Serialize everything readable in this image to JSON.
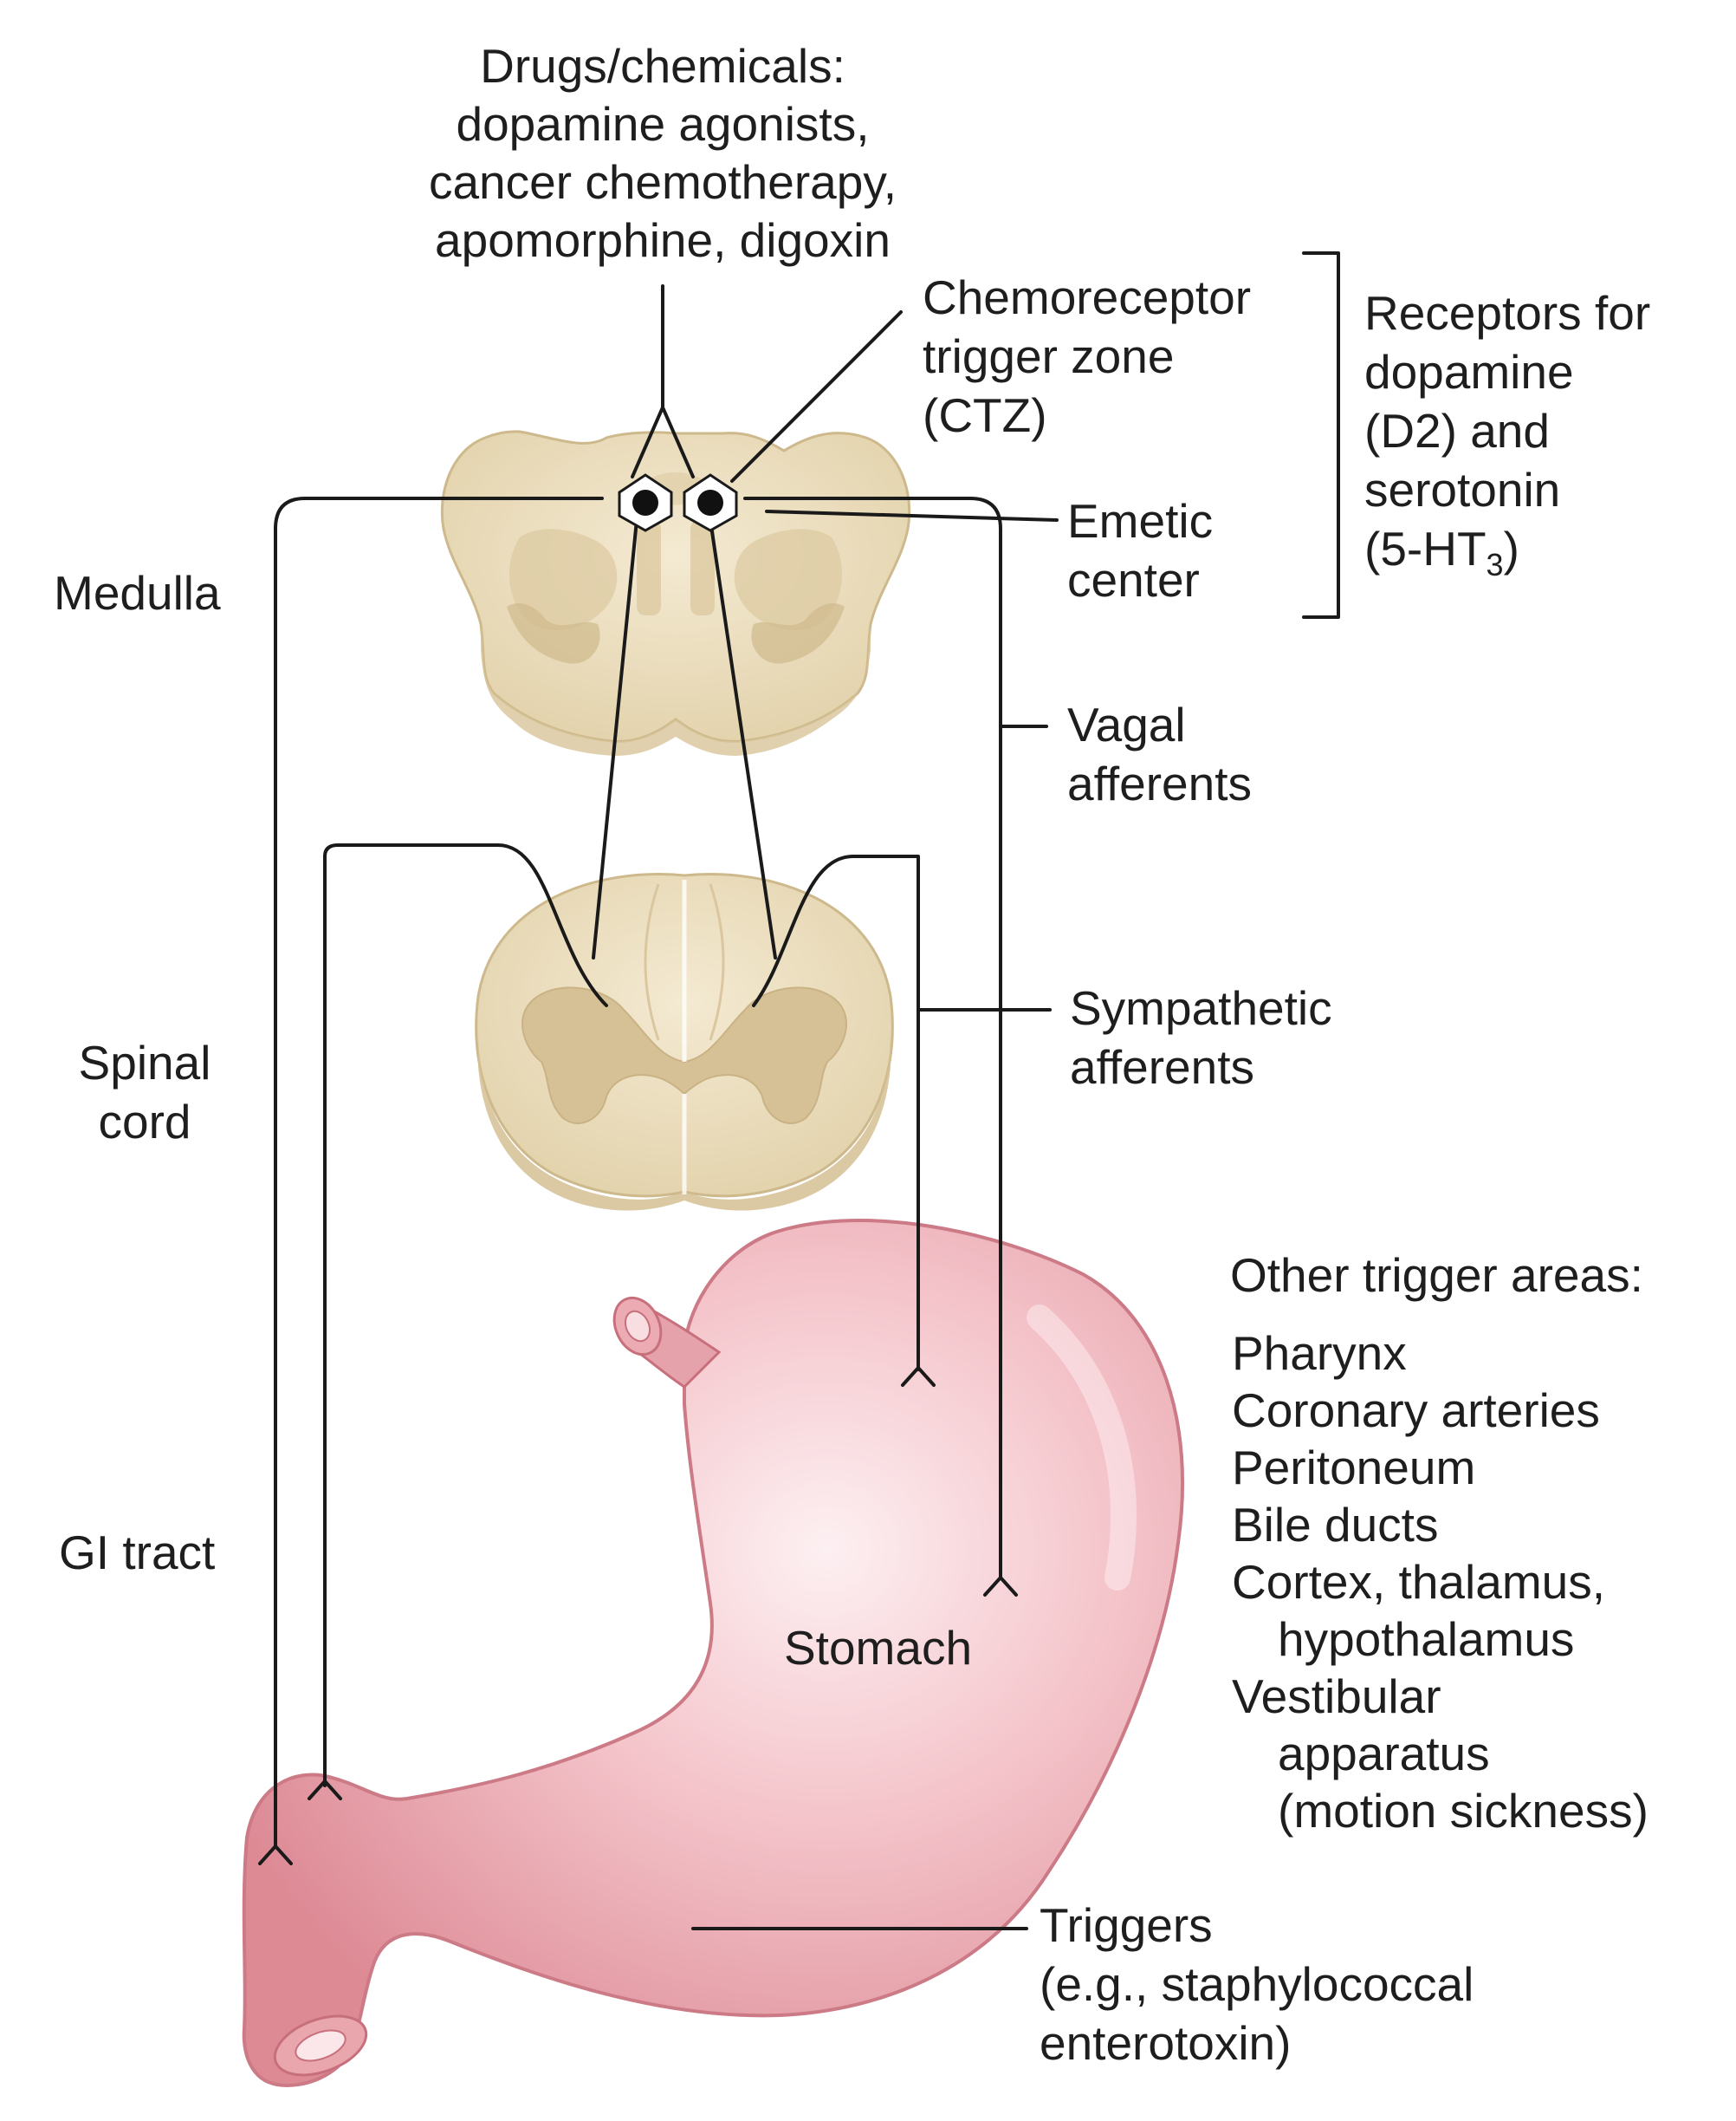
{
  "drugs": {
    "lines": [
      "Drugs/chemicals:",
      "dopamine agonists,",
      "cancer chemotherapy,",
      "apomorphine, digoxin"
    ]
  },
  "ctz": {
    "lines": [
      "Chemoreceptor",
      "trigger zone",
      "(CTZ)"
    ]
  },
  "receptors": {
    "lines": [
      "Receptors for",
      "dopamine",
      "(D2) and",
      "serotonin"
    ],
    "last_prefix": "(5-HT",
    "last_sub": "3",
    "last_suffix": ")"
  },
  "emetic": {
    "lines": [
      "Emetic",
      "center"
    ]
  },
  "medulla": {
    "label": "Medulla"
  },
  "vagal": {
    "lines": [
      "Vagal",
      "afferents"
    ]
  },
  "spinal": {
    "lines": [
      "Spinal",
      "cord"
    ]
  },
  "sympathetic": {
    "lines": [
      "Sympathetic",
      "afferents"
    ]
  },
  "gi": {
    "label": "GI tract"
  },
  "stomach": {
    "label": "Stomach"
  },
  "other": {
    "heading": "Other trigger areas:",
    "items": [
      "Pharynx",
      "Coronary arteries",
      "Peritoneum",
      "Bile ducts",
      "Cortex, thalamus,",
      "hypothalamus",
      "Vestibular",
      "apparatus",
      "(motion sickness)"
    ]
  },
  "triggers": {
    "lines": [
      "Triggers",
      "(e.g., staphylococcal",
      "enterotoxin)"
    ]
  },
  "colors": {
    "tissue": "#ecdfc0",
    "tissue_shadow": "#d7c69d",
    "gray_matter": "#dccaa0",
    "stomach": "#e9a6ad",
    "stomach_edge": "#c7707c",
    "stomach_highlight": "#fbe6ea",
    "wire": "#1a1a1a"
  }
}
